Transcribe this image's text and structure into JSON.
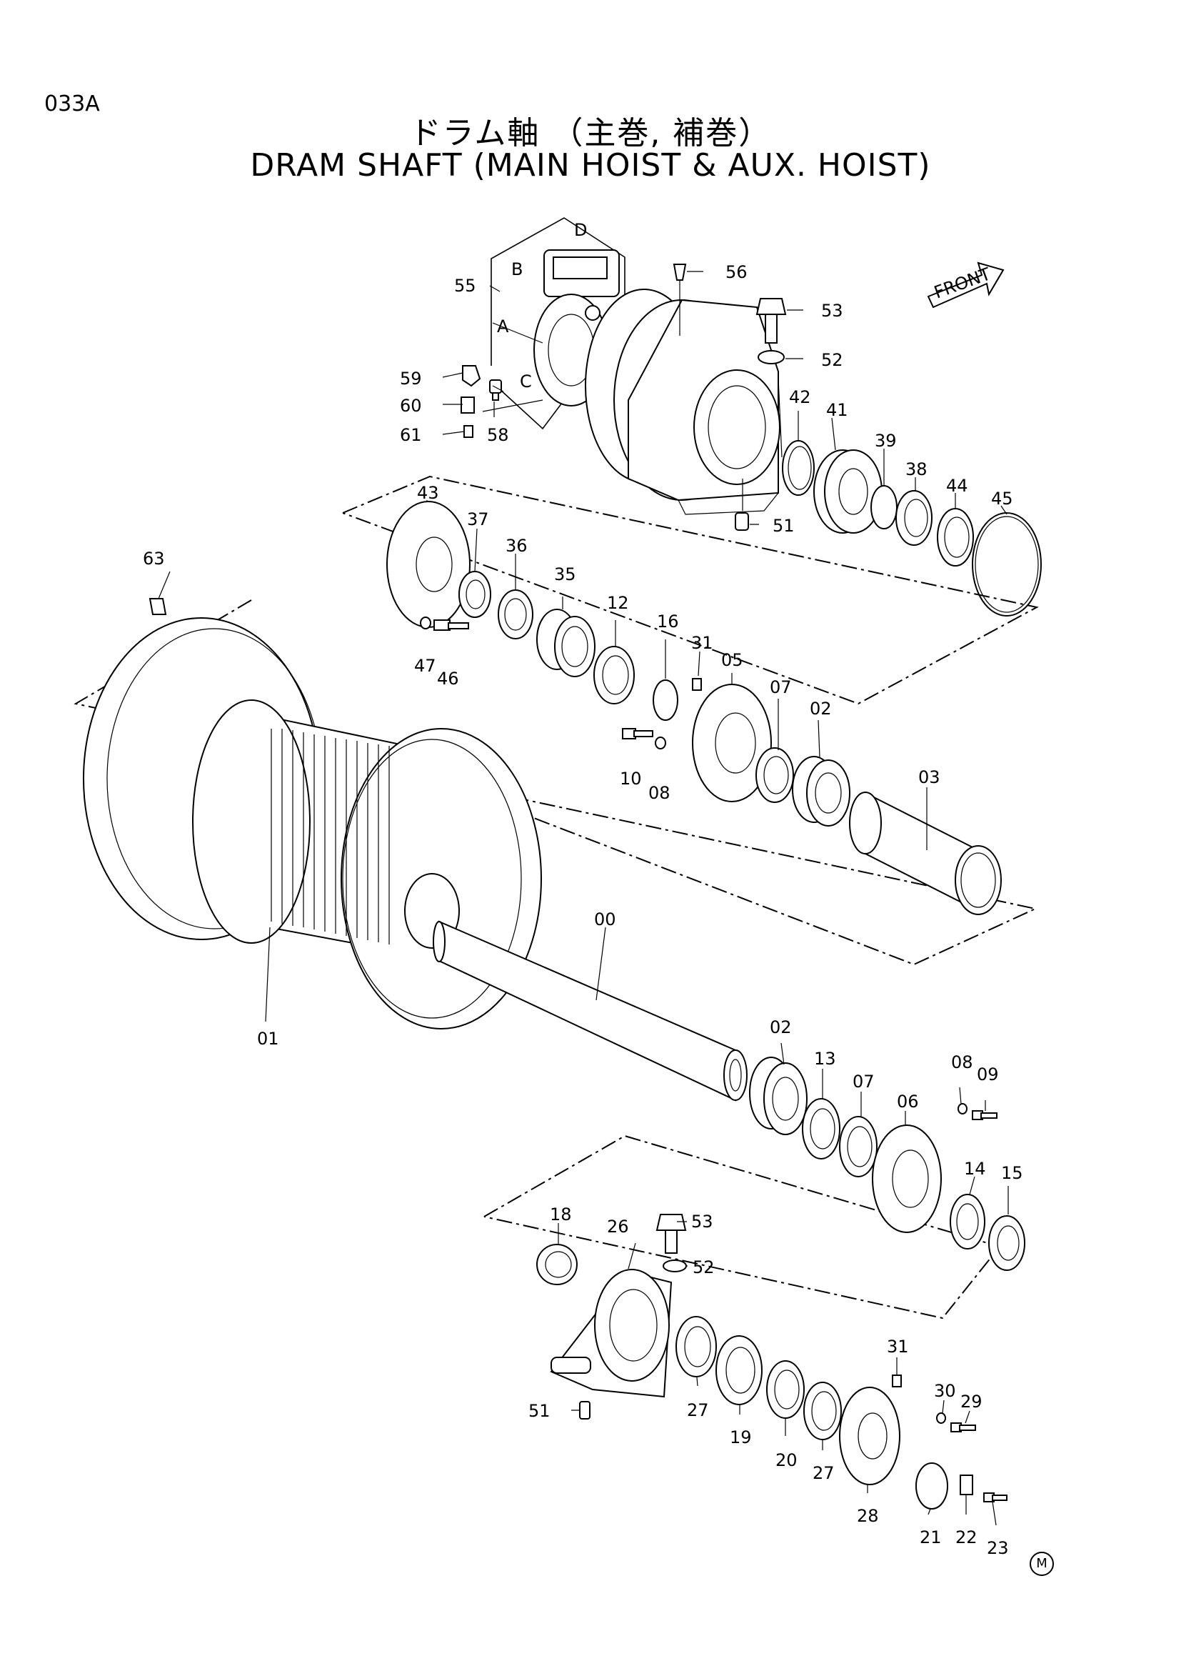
{
  "header": {
    "code": "033A",
    "title_jp": "ドラム軸 （主巻, 補巻）",
    "title_en": "DRAM SHAFT (MAIN HOIST & AUX. HOIST)"
  },
  "front_label": "FRONT",
  "corner_mark": "M",
  "motor_port_labels": [
    "A",
    "B",
    "C",
    "D"
  ],
  "part_numbers": [
    "00",
    "01",
    "02",
    "03",
    "05",
    "06",
    "07",
    "08",
    "09",
    "10",
    "12",
    "13",
    "14",
    "15",
    "16",
    "18",
    "19",
    "20",
    "21",
    "22",
    "23",
    "26",
    "27",
    "28",
    "29",
    "30",
    "31",
    "35",
    "36",
    "37",
    "38",
    "39",
    "41",
    "42",
    "43",
    "44",
    "45",
    "46",
    "47",
    "51",
    "52",
    "53",
    "55",
    "56",
    "58",
    "59",
    "60",
    "61",
    "63"
  ]
}
